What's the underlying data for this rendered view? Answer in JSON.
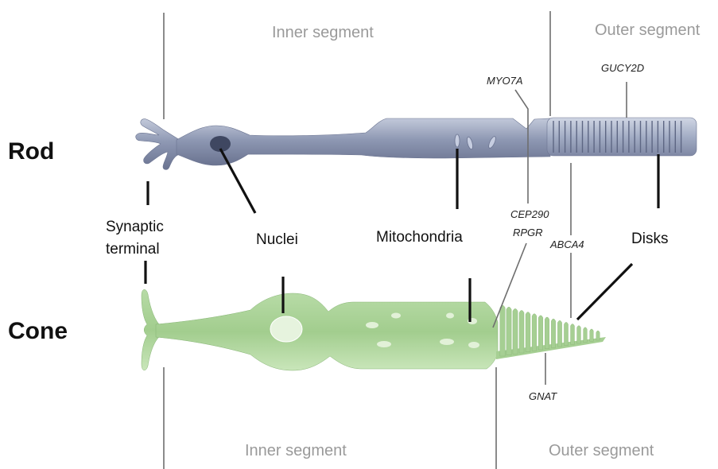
{
  "labels": {
    "rod": "Rod",
    "cone": "Cone",
    "rod_inner_segment": "Inner segment",
    "rod_outer_segment": "Outer segment",
    "cone_inner_segment": "Inner segment",
    "cone_outer_segment": "Outer segment",
    "synaptic_terminal_line1": "Synaptic",
    "synaptic_terminal_line2": "terminal",
    "nuclei": "Nuclei",
    "mitochondria": "Mitochondria",
    "disks": "Disks"
  },
  "genes": {
    "myo7a": "MYO7A",
    "gucy2d": "GUCY2D",
    "cep290": "CEP290",
    "rpgr": "RPGR",
    "abca4": "ABCA4",
    "gnat": "GNAT"
  },
  "colors": {
    "rod_fill": "#8e98b3",
    "rod_dark": "#5d6683",
    "rod_light": "#b4bdd2",
    "cone_fill": "#a6cf93",
    "cone_light": "#d3ebc6",
    "cone_dark": "#86b474"
  }
}
